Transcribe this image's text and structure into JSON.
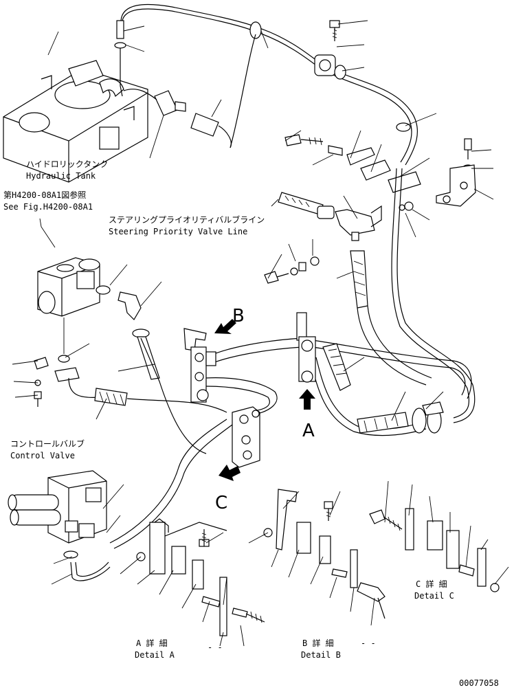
{
  "labels": {
    "hydraulic_tank_jp": "ハイドロリックタンク",
    "hydraulic_tank_en": "Hydraulic Tank",
    "see_fig_jp": "第H4200-08A1図参照",
    "see_fig_en": "See Fig.H4200-08A1",
    "steering_jp": "ステアリングプライオリティバルブライン",
    "steering_en": "Steering Priority Valve Line",
    "control_valve_jp": "コントロールバルブ",
    "control_valve_en": "Control Valve",
    "view_a": "A",
    "view_b": "B",
    "view_c": "C",
    "detail_a_jp": "A 詳 細",
    "detail_a_en": "Detail A",
    "detail_b_jp": "B 詳 細",
    "detail_b_en": "Detail B",
    "detail_c_jp": "C 詳 細",
    "detail_c_en": "Detail C",
    "dash_a": "- -",
    "dash_b": "- -",
    "drawing_number": "00077058"
  },
  "colors": {
    "ink": "#000000",
    "paper": "#ffffff"
  }
}
